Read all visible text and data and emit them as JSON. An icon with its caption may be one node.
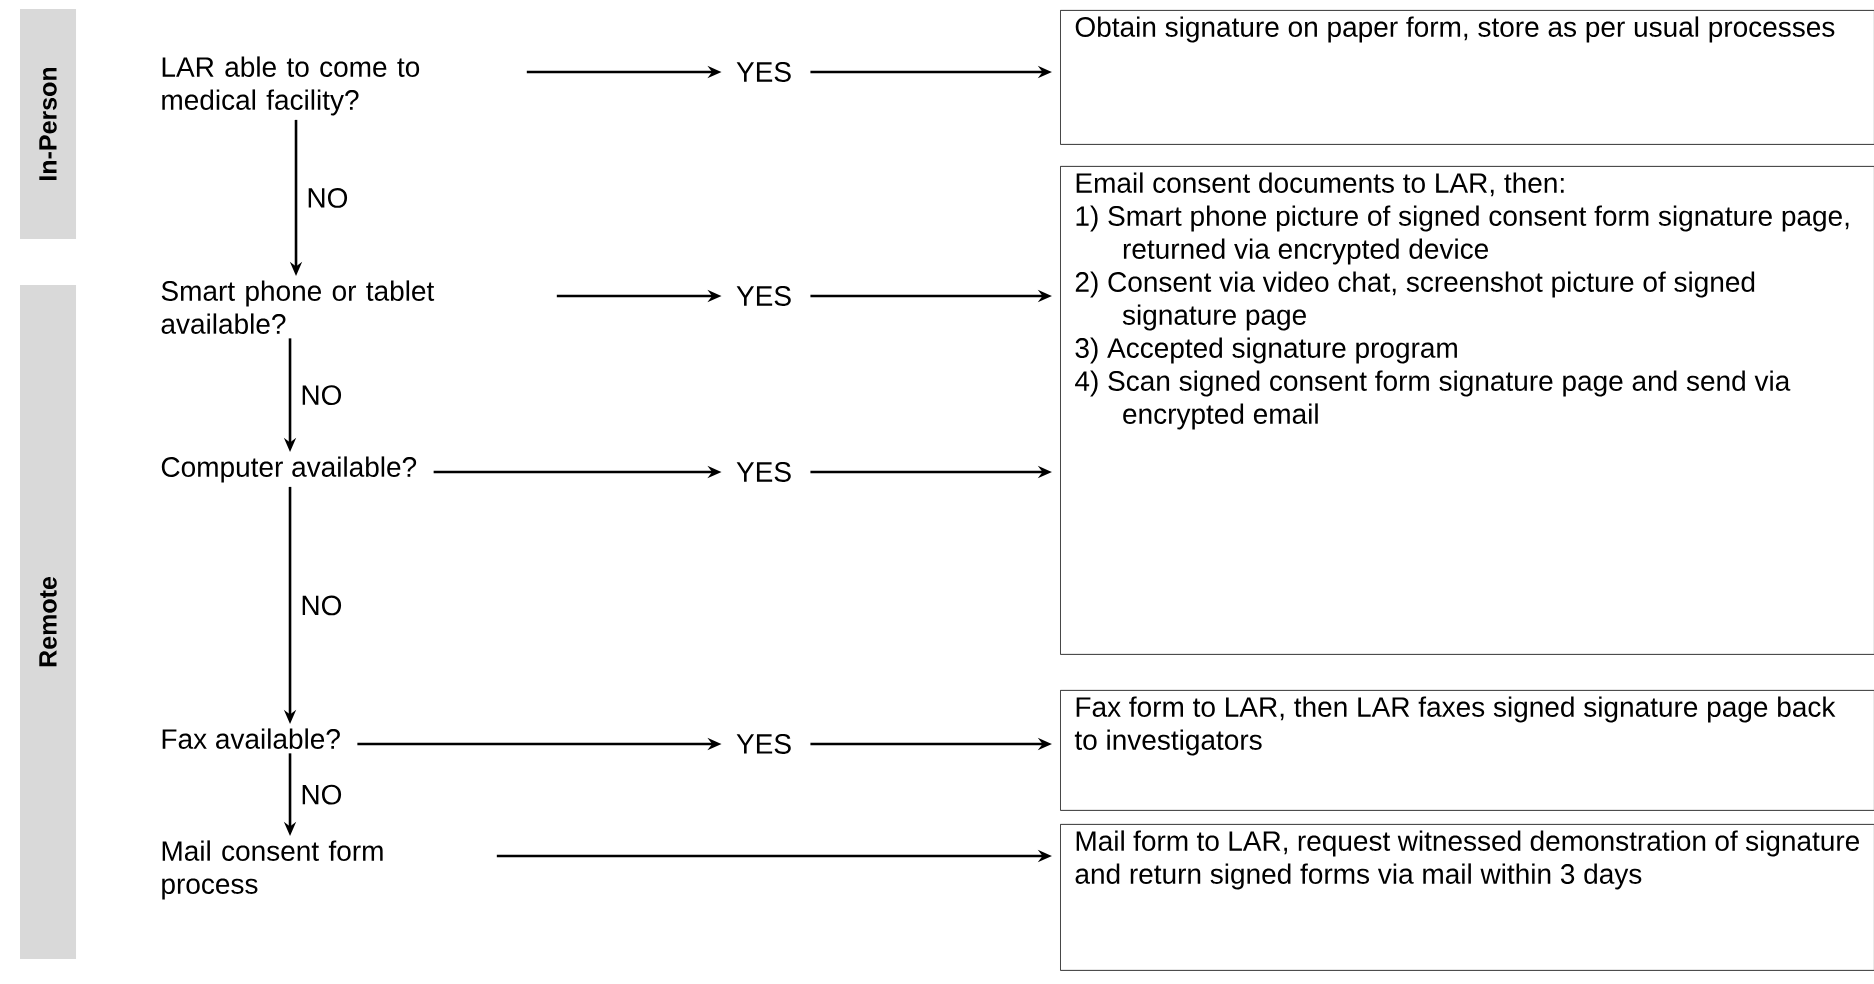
{
  "diagram": {
    "nodes": [
      {
        "text": [
          "In-Person"
        ]
      },
      {
        "text": [
          "Remote"
        ]
      },
      {
        "text": [
          "LAR able to come to medical facility?"
        ]
      },
      {
        "text": [
          "YES"
        ]
      },
      {
        "text": [
          "Obtain signature on paper form, store as per usual processes"
        ]
      },
      {
        "text": [
          "Smart phone or tablet available?"
        ]
      },
      {
        "text": [
          "YES"
        ]
      },
      {
        "text": [
          "Email consent documents to LAR, then:",
          "1) Smart phone picture of signed consent form signature page, returned via encrypted device",
          "2) Consent via video chat, screenshot picture of signed signature page",
          "3) Accepted signature program",
          "4) Scan signed consent form signature page and send via encrypted email"
        ]
      },
      {
        "text": [
          "Computer available?"
        ]
      },
      {
        "text": [
          "YES"
        ]
      },
      {
        "text": [
          "Fax available?"
        ]
      },
      {
        "text": [
          "YES"
        ]
      },
      {
        "text": [
          "Fax form to LAR, then LAR faxes signed signature page back to investigators"
        ]
      },
      {
        "text": [
          "Mail consent form process"
        ]
      },
      {
        "text": [
          "Mail form to LAR, request witnessed demonstration of signature and return signed forms via mail within 3 days"
        ]
      }
    ],
    "edges": [
      {
        "from": 2,
        "to": 3,
        "arrow": "to"
      },
      {
        "from": 3,
        "to": 4,
        "arrow": "to"
      },
      {
        "from": 2,
        "to": 5,
        "arrow": "to",
        "label": "NO"
      },
      {
        "from": 5,
        "to": 6,
        "arrow": "to"
      },
      {
        "from": 6,
        "to": 7,
        "arrow": "to"
      },
      {
        "from": 5,
        "to": 8,
        "arrow": "to",
        "label": "NO"
      },
      {
        "from": 8,
        "to": 9,
        "arrow": "to"
      },
      {
        "from": 9,
        "to": 7,
        "arrow": "to"
      },
      {
        "from": 8,
        "to": 10,
        "arrow": "to",
        "label": "NO"
      },
      {
        "from": 10,
        "to": 11,
        "arrow": "to"
      },
      {
        "from": 11,
        "to": 12,
        "arrow": "to"
      },
      {
        "from": 10,
        "to": 13,
        "arrow": "to",
        "label": "NO"
      },
      {
        "from": 13,
        "to": 14,
        "arrow": "to"
      }
    ]
  }
}
